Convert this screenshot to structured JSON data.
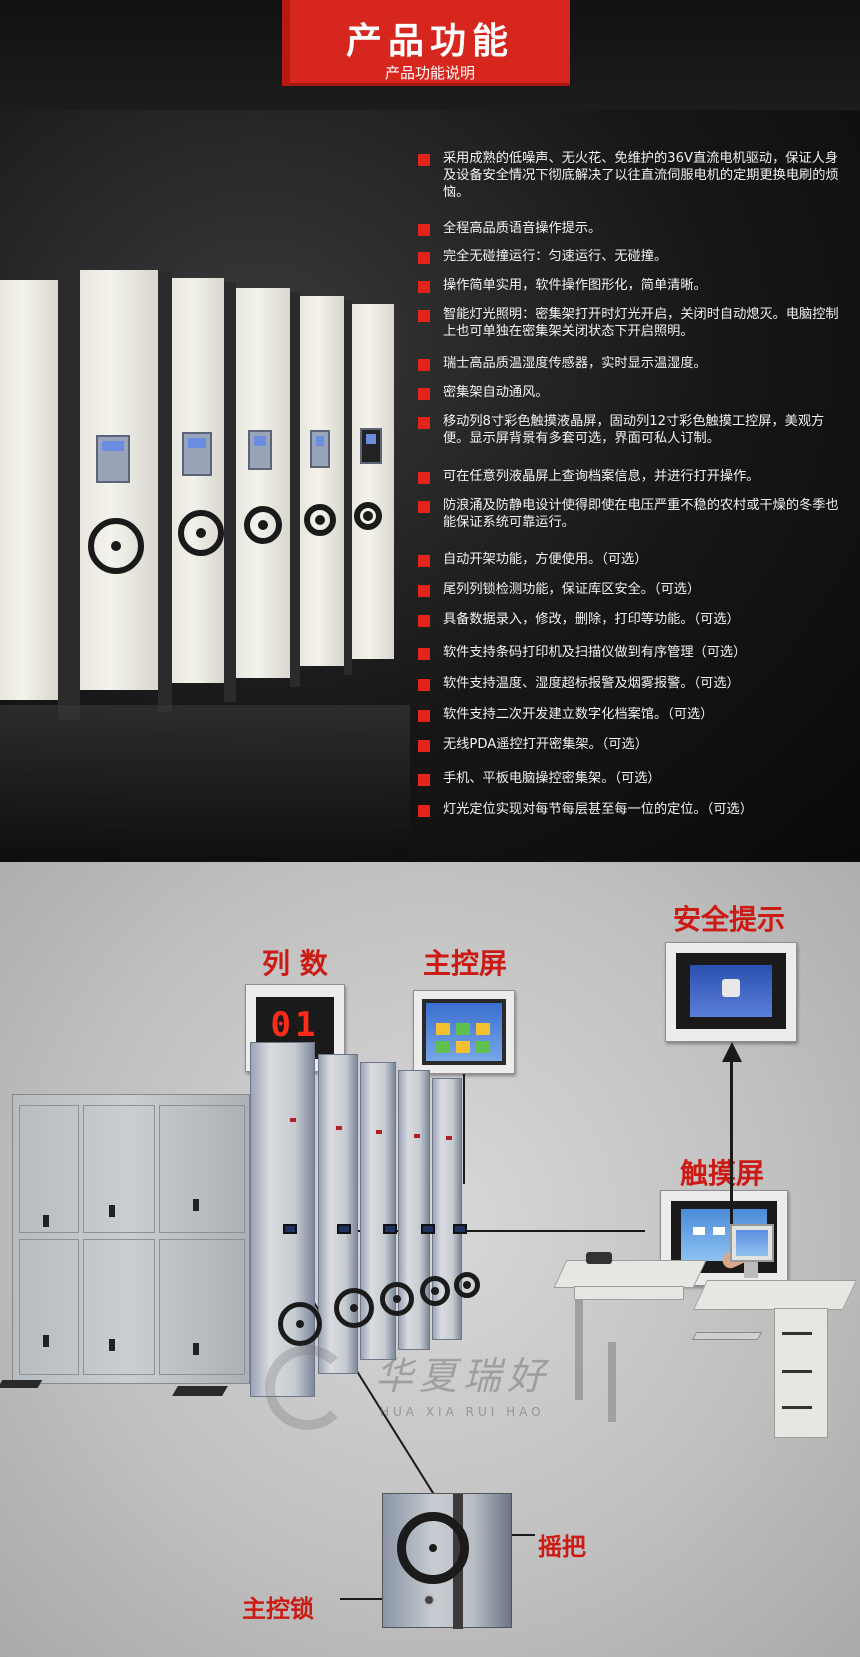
{
  "banner": {
    "title": "产品功能",
    "subtitle": "产品功能说明"
  },
  "features": [
    {
      "text": "采用成熟的低噪声、无火花、免维护的36V直流电机驱动，保证人身及设备安全情况下彻底解决了以往直流伺服电机的定期更换电刷的烦恼。"
    },
    {
      "text": "全程高品质语音操作提示。"
    },
    {
      "text": "完全无碰撞运行：匀速运行、无碰撞。"
    },
    {
      "text": "操作简单实用，软件操作图形化，简单清晰。"
    },
    {
      "text": "智能灯光照明：密集架打开时灯光开启，关闭时自动熄灭。电脑控制上也可单独在密集架关闭状态下开启照明。"
    },
    {
      "text": "瑞士高品质温湿度传感器，实时显示温湿度。"
    },
    {
      "text": "密集架自动通风。"
    },
    {
      "text": "移动列8寸彩色触摸液晶屏，固动列12寸彩色触摸工控屏，美观方便。显示屏背景有多套可选，界面可私人订制。"
    },
    {
      "text": "可在任意列液晶屏上查询档案信息，并进行打开操作。"
    },
    {
      "text": "防浪涌及防静电设计使得即使在电压严重不稳的农村或干燥的冬季也能保证系统可靠运行。"
    },
    {
      "text": "自动开架功能，方便使用。（可选）"
    },
    {
      "text": "尾列列锁检测功能，保证库区安全。（可选）"
    },
    {
      "text": "具备数据录入，修改，删除，打印等功能。（可选）"
    },
    {
      "text": "软件支持条码打印机及扫描仪做到有序管理（可选）"
    },
    {
      "text": "软件支持温度、湿度超标报警及烟雾报警。（可选）"
    },
    {
      "text": "软件支持二次开发建立数字化档案馆。（可选）"
    },
    {
      "text": "无线PDA遥控打开密集架。（可选）"
    },
    {
      "text": "手机、平板电脑操控密集架。（可选）"
    },
    {
      "text": "灯光定位实现对每节每层甚至每一位的定位。（可选）"
    }
  ],
  "labels": {
    "column_count": "列 数",
    "main_screen": "主控屏",
    "safety_prompt": "安全提示",
    "touch_screen": "触摸屏",
    "crank": "摇把",
    "main_lock": "主控锁"
  },
  "led_display": "01",
  "watermark": {
    "cn": "华夏瑞好",
    "en": "HUA XIA RUI HAO"
  },
  "colors": {
    "accent_red": "#d7261e",
    "label_red": "#cc1a14",
    "led_red": "#ff2a1a"
  }
}
